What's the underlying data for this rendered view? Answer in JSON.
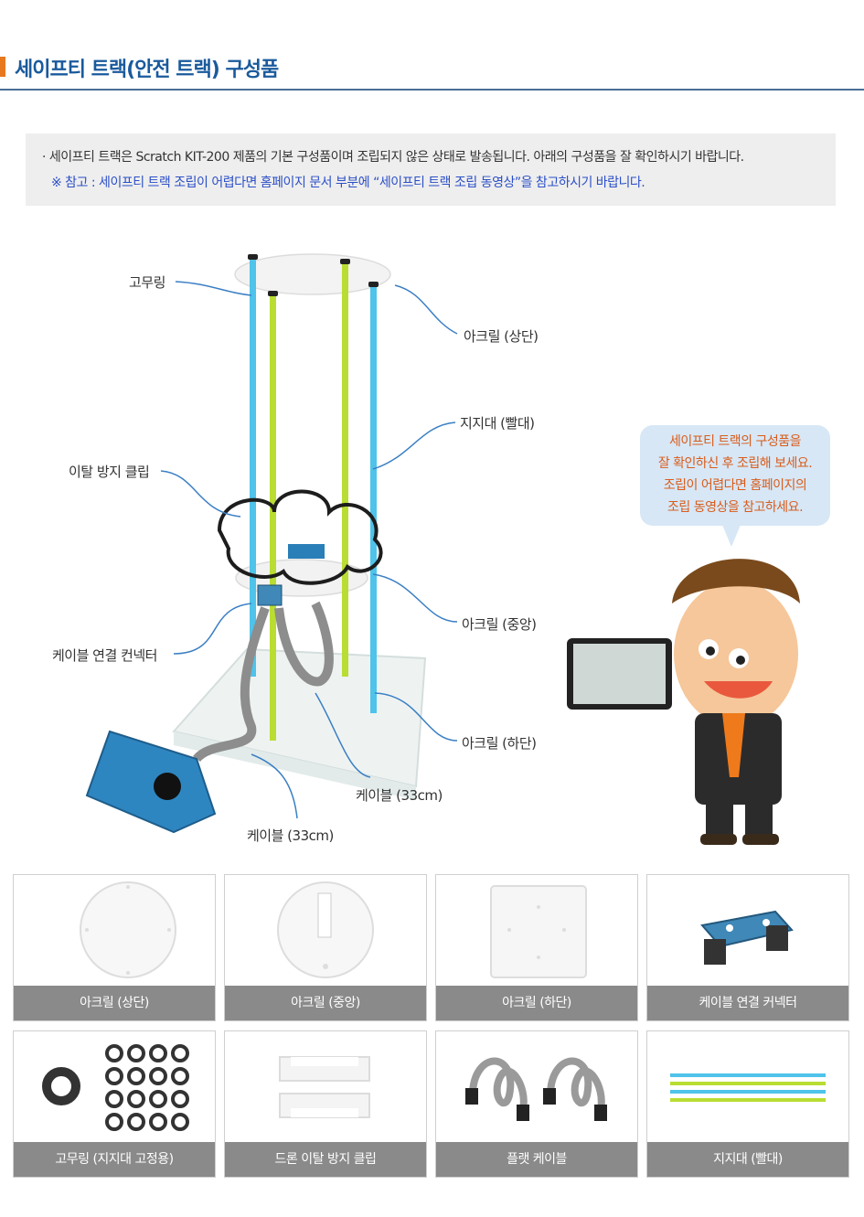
{
  "header": {
    "title": "세이프티 트랙(안전 트랙) 구성품"
  },
  "notice": {
    "line1": "· 세이프티 트랙은 Scratch KIT-200 제품의 기본 구성품이며 조립되지 않은 상태로 발송됩니다. 아래의 구성품을 잘 확인하시기 바랍니다.",
    "line2": "※ 참고 : 세이프티 트랙 조립이 어렵다면 홈페이지 문서 부분에 “세이프티 트랙 조립 동영상”을 참고하시기 바랍니다."
  },
  "diagram": {
    "labels": {
      "rubber_ring": "고무링",
      "acrylic_top": "아크릴 (상단)",
      "support_rod": "지지대 (빨대)",
      "clip": "이탈 방지 클립",
      "acrylic_mid": "아크릴 (중앙)",
      "cable_connector": "케이블 연결 컨넥터",
      "acrylic_bottom": "아크릴 (하단)",
      "cable_a": "케이블 (33cm)",
      "cable_b": "케이블 (33cm)"
    }
  },
  "bubble": {
    "line1": "세이프티 트랙의 구성품을",
    "line2": "잘 확인하신 후 조립해 보세요.",
    "line3": "조립이 어렵다면 홈페이지의",
    "line4": "조립 동영상을 참고하세요."
  },
  "components": [
    {
      "caption": "아크릴 (상단)"
    },
    {
      "caption": "아크릴 (중앙)"
    },
    {
      "caption": "아크릴 (하단)"
    },
    {
      "caption": "케이블 연결 커넥터"
    },
    {
      "caption": "고무링 (지지대 고정용)"
    },
    {
      "caption": "드론 이탈 방지 클립"
    },
    {
      "caption": "플랫 케이블"
    },
    {
      "caption": "지지대 (빨대)"
    }
  ],
  "colors": {
    "title": "#1a5a9c",
    "accent": "#e8781e",
    "notice_link": "#2b4fc7",
    "bubble_text": "#d95c1a",
    "rod_blue": "#4fc3ea",
    "rod_green": "#b9dd32"
  }
}
